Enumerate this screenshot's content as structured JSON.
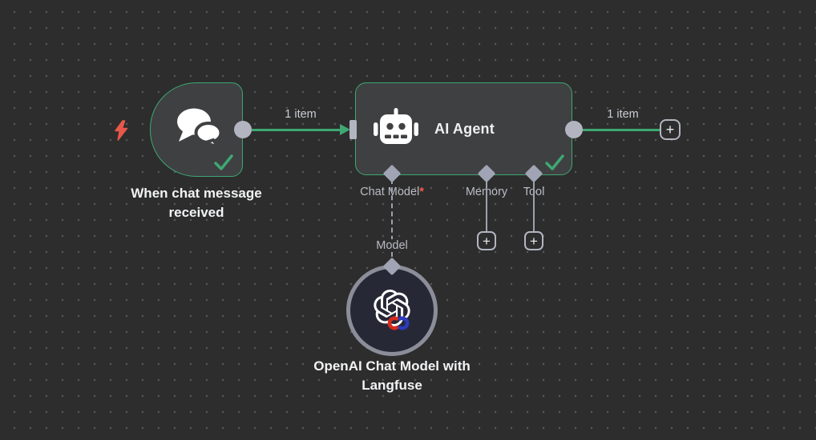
{
  "palette": {
    "canvas_bg": "#2d2d2d",
    "grid_dot": "#57585b",
    "node_bg": "#3f4042",
    "accent_green": "#3ea873",
    "connector_gray": "#b2b5c0",
    "diamond_gray": "#a0a4b4",
    "label_gray": "#b9bcc4",
    "title_white": "#eef0f2",
    "required_red": "#f25c4a",
    "bolt_orange": "#e8584a",
    "model_node_bg": "#272836",
    "model_node_ring": "#8b8e99",
    "langfuse_red": "#d42a1e",
    "langfuse_blue": "#2b3bbf"
  },
  "trigger_node": {
    "name": "When chat message received",
    "status": "success"
  },
  "agent_node": {
    "title": "AI Agent",
    "status": "success",
    "sub_connectors": [
      {
        "label": "Chat Model",
        "required_marker": "*"
      },
      {
        "label": "Memory"
      },
      {
        "label": "Tool"
      }
    ]
  },
  "model_node": {
    "name": "OpenAI Chat Model with Langfuse",
    "port_label": "Model"
  },
  "edges": {
    "trigger_to_agent_label": "1 item",
    "agent_output_label": "1 item"
  },
  "plus_button_label": "+"
}
